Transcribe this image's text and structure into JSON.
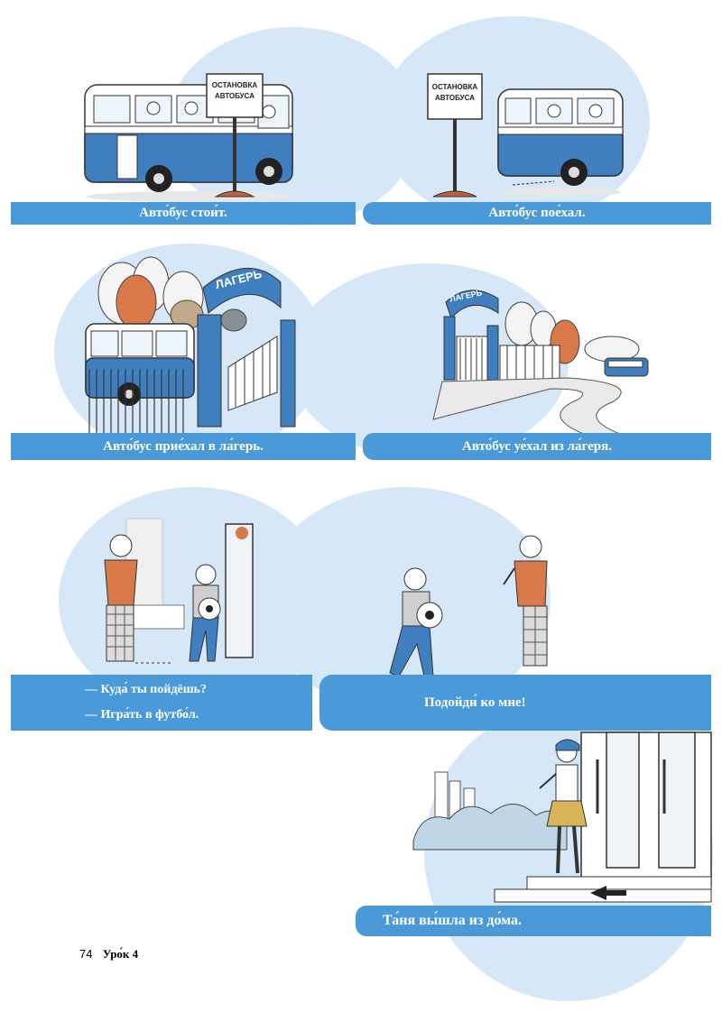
{
  "colors": {
    "band": "#4a9ad9",
    "blob": "#d6e8f7",
    "bus": "#3f7fbf"
  },
  "panel1": {
    "sign_line1": "ОСТАНОВКА",
    "sign_line2": "АВТОБУСА",
    "caption": "Авто́бус стои́т."
  },
  "panel2": {
    "sign_line1": "ОСТАНОВКА",
    "sign_line2": "АВТОБУСА",
    "caption": "Авто́бус пое́хал."
  },
  "panel3": {
    "gate_sign": "ЛАГЕРЬ",
    "caption": "Авто́бус прие́хал в ла́герь."
  },
  "panel4": {
    "gate_sign": "ЛАГЕРЬ",
    "caption": "Авто́бус уе́хал из ла́геря."
  },
  "panel5": {
    "line1": "— Куда́ ты пойдёшь?",
    "line2": "— Игра́ть в футбо́л."
  },
  "panel6": {
    "caption": "Подойди́ ко мне!"
  },
  "panel7": {
    "caption": "Та́ня вы́шла из до́ма."
  },
  "footer": {
    "page_number": "74",
    "lesson": "Уро́к 4"
  }
}
